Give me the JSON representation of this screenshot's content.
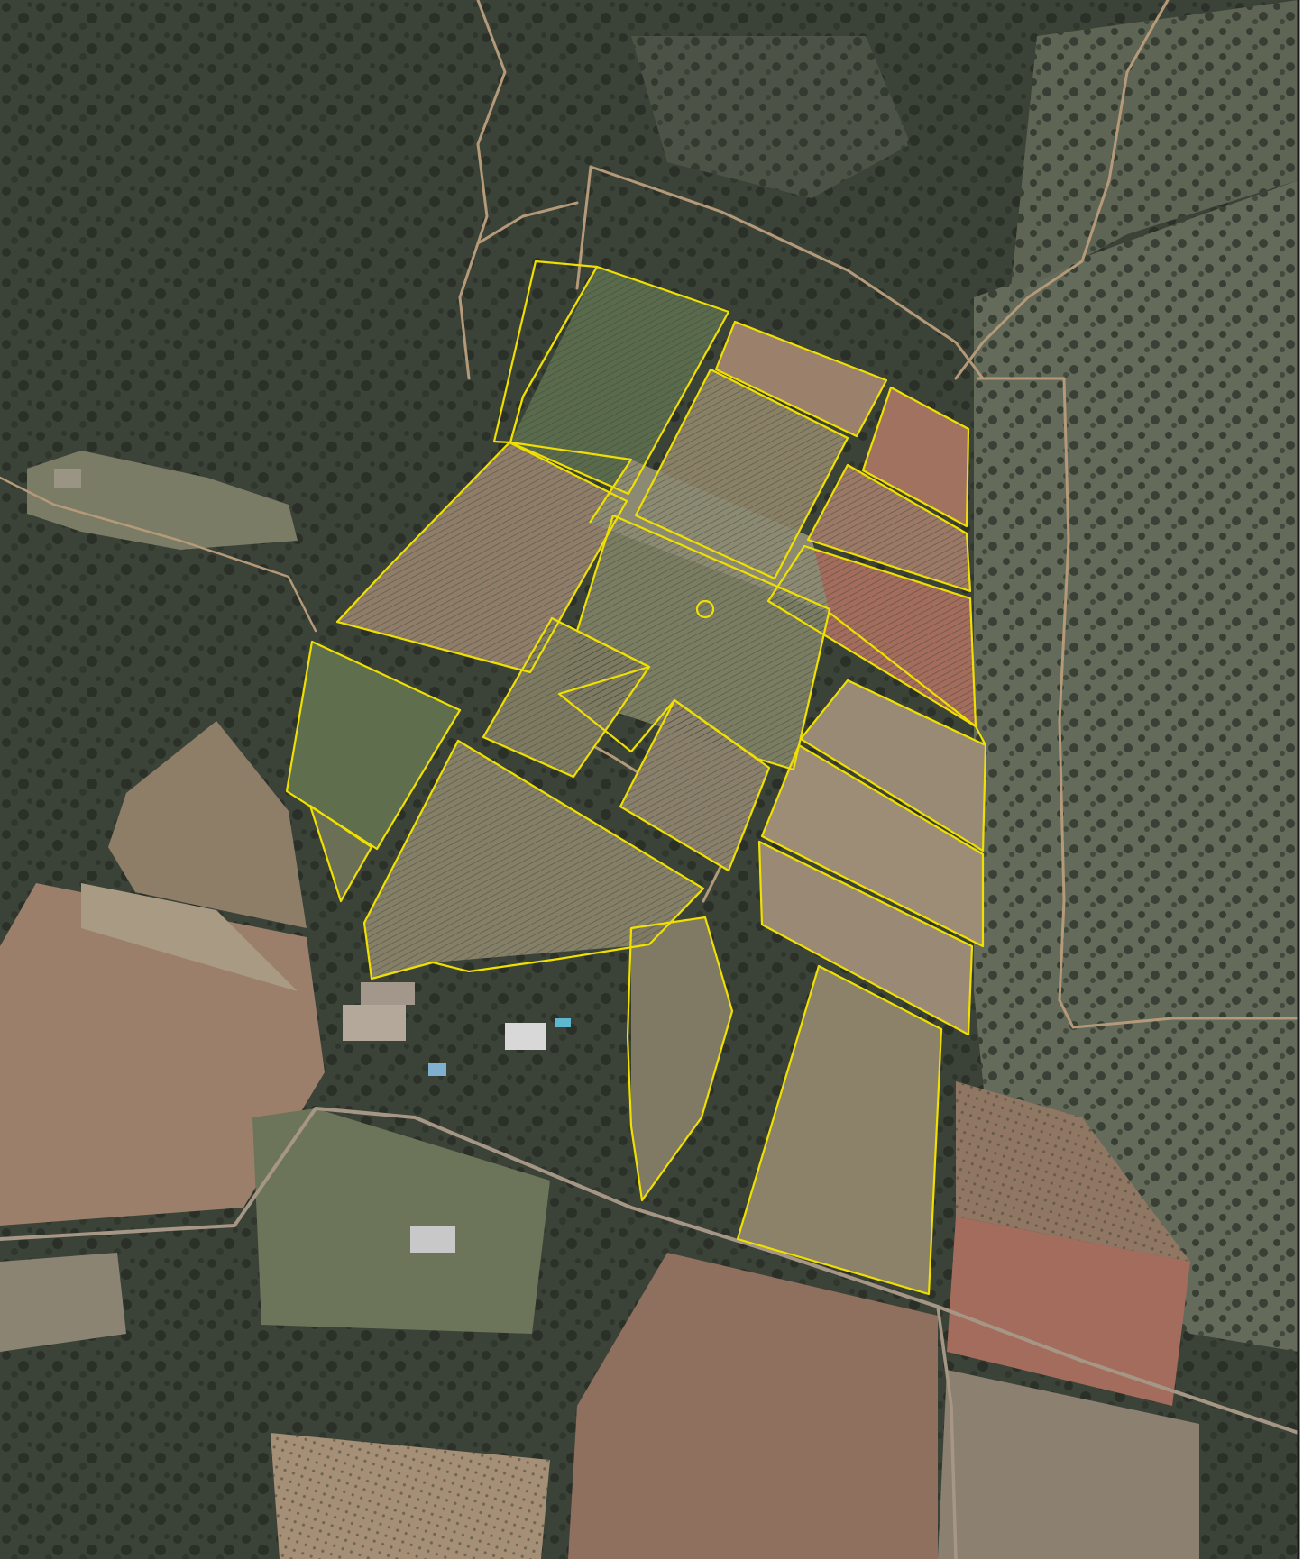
{
  "map": {
    "palette": {
      "forest": "#3b4238",
      "forest_dark": "#2a3129",
      "scrub": "#5d6456",
      "track": "#b59a7a",
      "road": "#8a7f72",
      "field_brown": "#9b7f6a",
      "field_red": "#a46c5c",
      "vine_green": "#5e6e4e",
      "plot_outline": "#f0e000",
      "frame_border": "#1a1a1a"
    },
    "plots": [
      {
        "id": "p1",
        "variety": "",
        "note": ""
      },
      {
        "id": "p2",
        "variety": "",
        "note": ""
      },
      {
        "id": "p3",
        "variety": "",
        "note": ""
      },
      {
        "id": "p4",
        "variety": "",
        "note": ""
      },
      {
        "id": "p5",
        "variety": "",
        "note": ""
      },
      {
        "id": "p6",
        "variety": "",
        "note": ""
      },
      {
        "id": "p7",
        "variety": "",
        "note": ""
      },
      {
        "id": "p8",
        "variety": "",
        "note": ""
      },
      {
        "id": "p9",
        "variety": "",
        "note": ""
      },
      {
        "id": "p10",
        "variety": "",
        "note": ""
      },
      {
        "id": "p11",
        "variety": "",
        "note": ""
      },
      {
        "id": "p12",
        "variety": "",
        "note": ""
      },
      {
        "id": "p13",
        "variety": "",
        "note": ""
      },
      {
        "id": "p14",
        "variety": "",
        "note": ""
      },
      {
        "id": "p15",
        "variety": "",
        "note": ""
      },
      {
        "id": "p16",
        "variety": "",
        "note": ""
      },
      {
        "id": "p17",
        "variety": "",
        "note": ""
      },
      {
        "id": "p18",
        "variety": "",
        "note": ""
      },
      {
        "id": "p19",
        "variety": "",
        "note": ""
      },
      {
        "id": "p20",
        "variety": "",
        "note": ""
      },
      {
        "id": "p21",
        "variety": "",
        "note": ""
      }
    ]
  }
}
